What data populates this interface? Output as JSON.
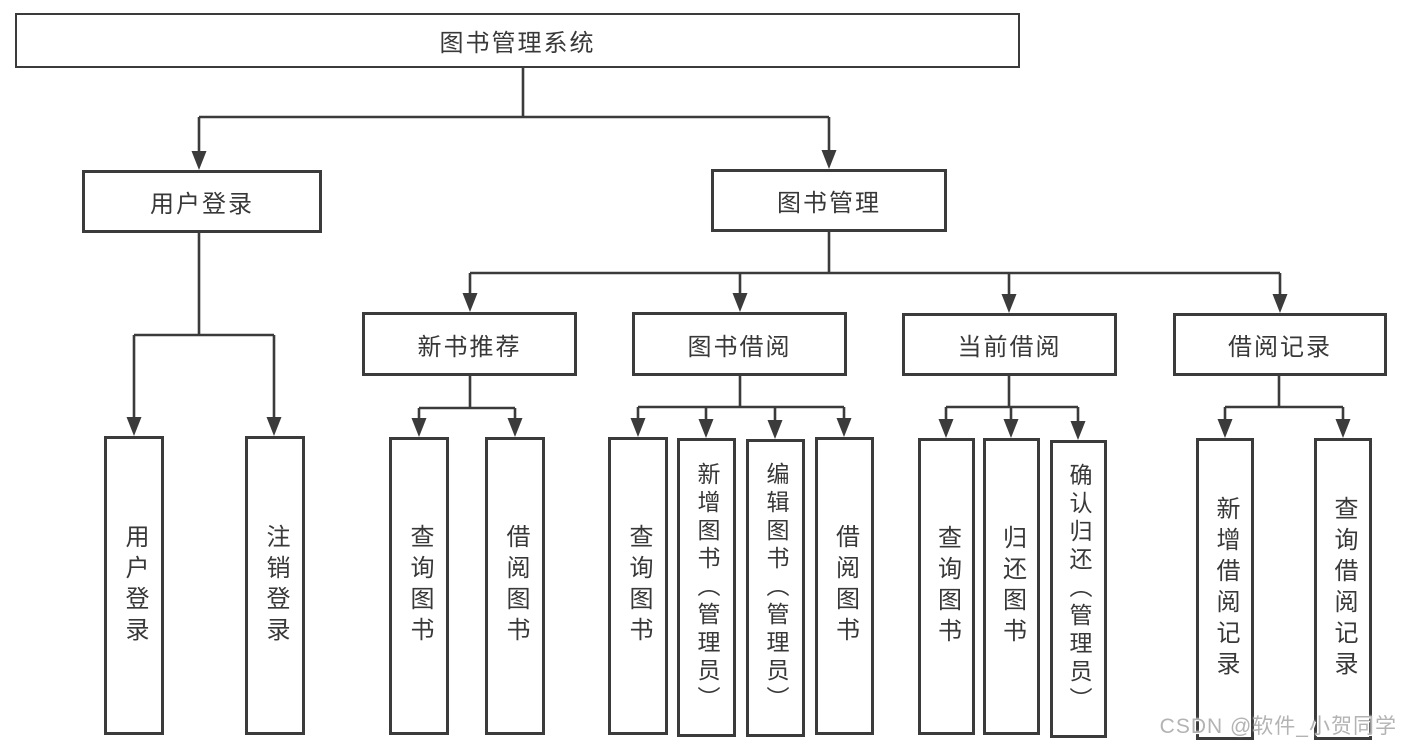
{
  "diagram": {
    "root": {
      "label": "图书管理系统"
    },
    "level2": {
      "user_login": {
        "label": "用户登录"
      },
      "book_management": {
        "label": "图书管理"
      }
    },
    "level3": {
      "new_books": {
        "label": "新书推荐"
      },
      "book_borrowing": {
        "label": "图书借阅"
      },
      "current_borrowing": {
        "label": "当前借阅"
      },
      "borrow_records": {
        "label": "借阅记录"
      }
    },
    "leaves": {
      "user_login": {
        "label": "用户登录"
      },
      "logout": {
        "label": "注销登录"
      },
      "newbooks_query": {
        "label": "查询图书"
      },
      "newbooks_borrow": {
        "label": "借阅图书"
      },
      "borrowing_query": {
        "label": "查询图书"
      },
      "borrowing_add": {
        "label": "新增图书（管理员）"
      },
      "borrowing_edit": {
        "label": "编辑图书（管理员）"
      },
      "borrowing_borrow": {
        "label": "借阅图书"
      },
      "current_query": {
        "label": "查询图书"
      },
      "current_return": {
        "label": "归还图书"
      },
      "current_confirm": {
        "label": "确认归还（管理员）"
      },
      "records_add": {
        "label": "新增借阅记录"
      },
      "records_query": {
        "label": "查询借阅记录"
      }
    }
  },
  "watermark": {
    "text": "CSDN @软件_小贺同学"
  },
  "colors": {
    "line": "#3b3b3b",
    "text": "#383838",
    "watermark": "#b3b3b3",
    "background": "#ffffff"
  }
}
